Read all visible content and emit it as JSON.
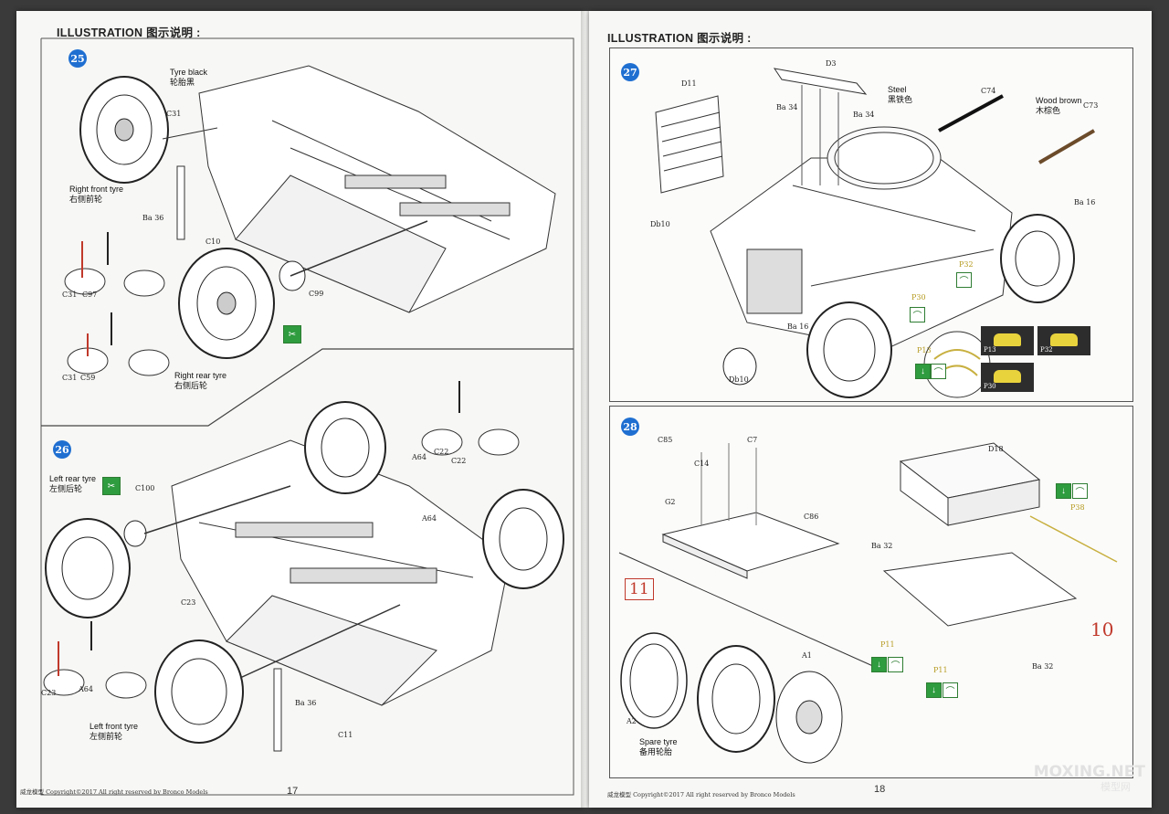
{
  "left_page": {
    "title": "ILLUSTRATION 图示说明 :",
    "page_number": "17",
    "footer": "威龙模型 Copyright©2017 All right reserved by Bronco Models",
    "step25": {
      "number": "25",
      "notes": {
        "tyre_black": "Tyre black\n轮胎黑",
        "right_front": "Right front tyre\n右侧前轮",
        "right_rear": "Right rear tyre\n右侧后轮"
      },
      "parts": [
        "C31",
        "Ba 36",
        "C10",
        "C31",
        "C97",
        "C31",
        "C59",
        "C99"
      ]
    },
    "step26": {
      "number": "26",
      "notes": {
        "left_rear": "Left rear tyre\n左侧后轮",
        "left_front": "Left front tyre\n左侧前轮"
      },
      "parts": [
        "C100",
        "A64",
        "C22",
        "C22",
        "A64",
        "C23",
        "C23",
        "A64",
        "Ba 36",
        "C11"
      ]
    }
  },
  "right_page": {
    "title": "ILLUSTRATION 图示说明 :",
    "page_number": "18",
    "footer": "威龙模型 Copyright©2017 All right reserved by Bronco Models",
    "step27": {
      "number": "27",
      "notes": {
        "steel": "Steel\n黑铁色",
        "wood": "Wood brown\n木棕色"
      },
      "parts": [
        "D3",
        "D11",
        "Ba 34",
        "Ba 34",
        "C74",
        "C73",
        "Ba 16",
        "Db10",
        "P32",
        "P30",
        "Ba 16",
        "P13",
        "Db10"
      ],
      "pe_cards": [
        "P13",
        "P32",
        "P30"
      ]
    },
    "step28": {
      "number": "28",
      "notes": {
        "spare": "Spare tyre\n备用轮胎"
      },
      "parts": [
        "C85",
        "C7",
        "C14",
        "G2",
        "C86",
        "D18",
        "P38",
        "Ba 32",
        "P11",
        "P11",
        "Ba 32",
        "A1",
        "A2"
      ],
      "refs": [
        "11",
        "10"
      ]
    }
  },
  "watermark": {
    "main": "MOXING.NET",
    "sub": "模型网"
  },
  "colors": {
    "step_badge": "#1f6fd1",
    "ref_red": "#c0392b",
    "symbol_green": "#2e9c3f",
    "pe_yellow": "#e9d33d"
  }
}
